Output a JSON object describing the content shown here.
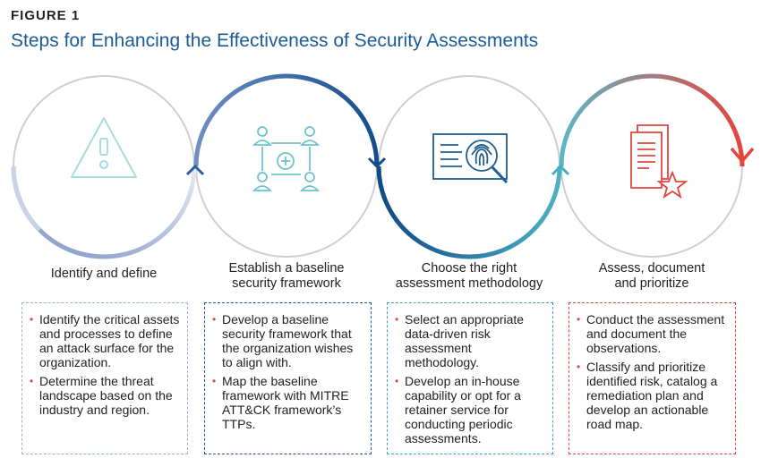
{
  "figure_label": "FIGURE 1",
  "title": "Steps for Enhancing the Effectiveness of Security Assessments",
  "colors": {
    "title": "#1a5c9a",
    "step1": "#8fa4cf",
    "step2": "#1e5796",
    "step3": "#3fa3bd",
    "step4": "#e0463f",
    "circle_gray": "#c9c9c9"
  },
  "steps": [
    {
      "icon": "warning-triangle-icon",
      "label_lines": [
        "Identify and define"
      ],
      "bullets": [
        "Identify the critical assets and processes to define an attack surface for the organization.",
        "Determine the threat landscape based on the industry and region."
      ]
    },
    {
      "icon": "network-framework-icon",
      "label_lines": [
        "Establish a baseline",
        "security framework"
      ],
      "bullets": [
        "Develop a baseline security framework that the organization wishes to align with.",
        "Map the baseline framework with MITRE ATT&CK framework’s TTPs."
      ]
    },
    {
      "icon": "fingerprint-scan-icon",
      "label_lines": [
        "Choose the right",
        "assessment methodology"
      ],
      "bullets": [
        "Select an appropriate data-driven risk assessment methodology.",
        "Develop an in-house capability or opt for a retainer service for conducting periodic assessments."
      ]
    },
    {
      "icon": "documents-star-icon",
      "label_lines": [
        "Assess, document",
        "and prioritize"
      ],
      "bullets": [
        "Conduct the assessment and document the observations.",
        "Classify and prioritize identified risk, catalog a remediation plan and develop an actionable road map."
      ]
    }
  ]
}
